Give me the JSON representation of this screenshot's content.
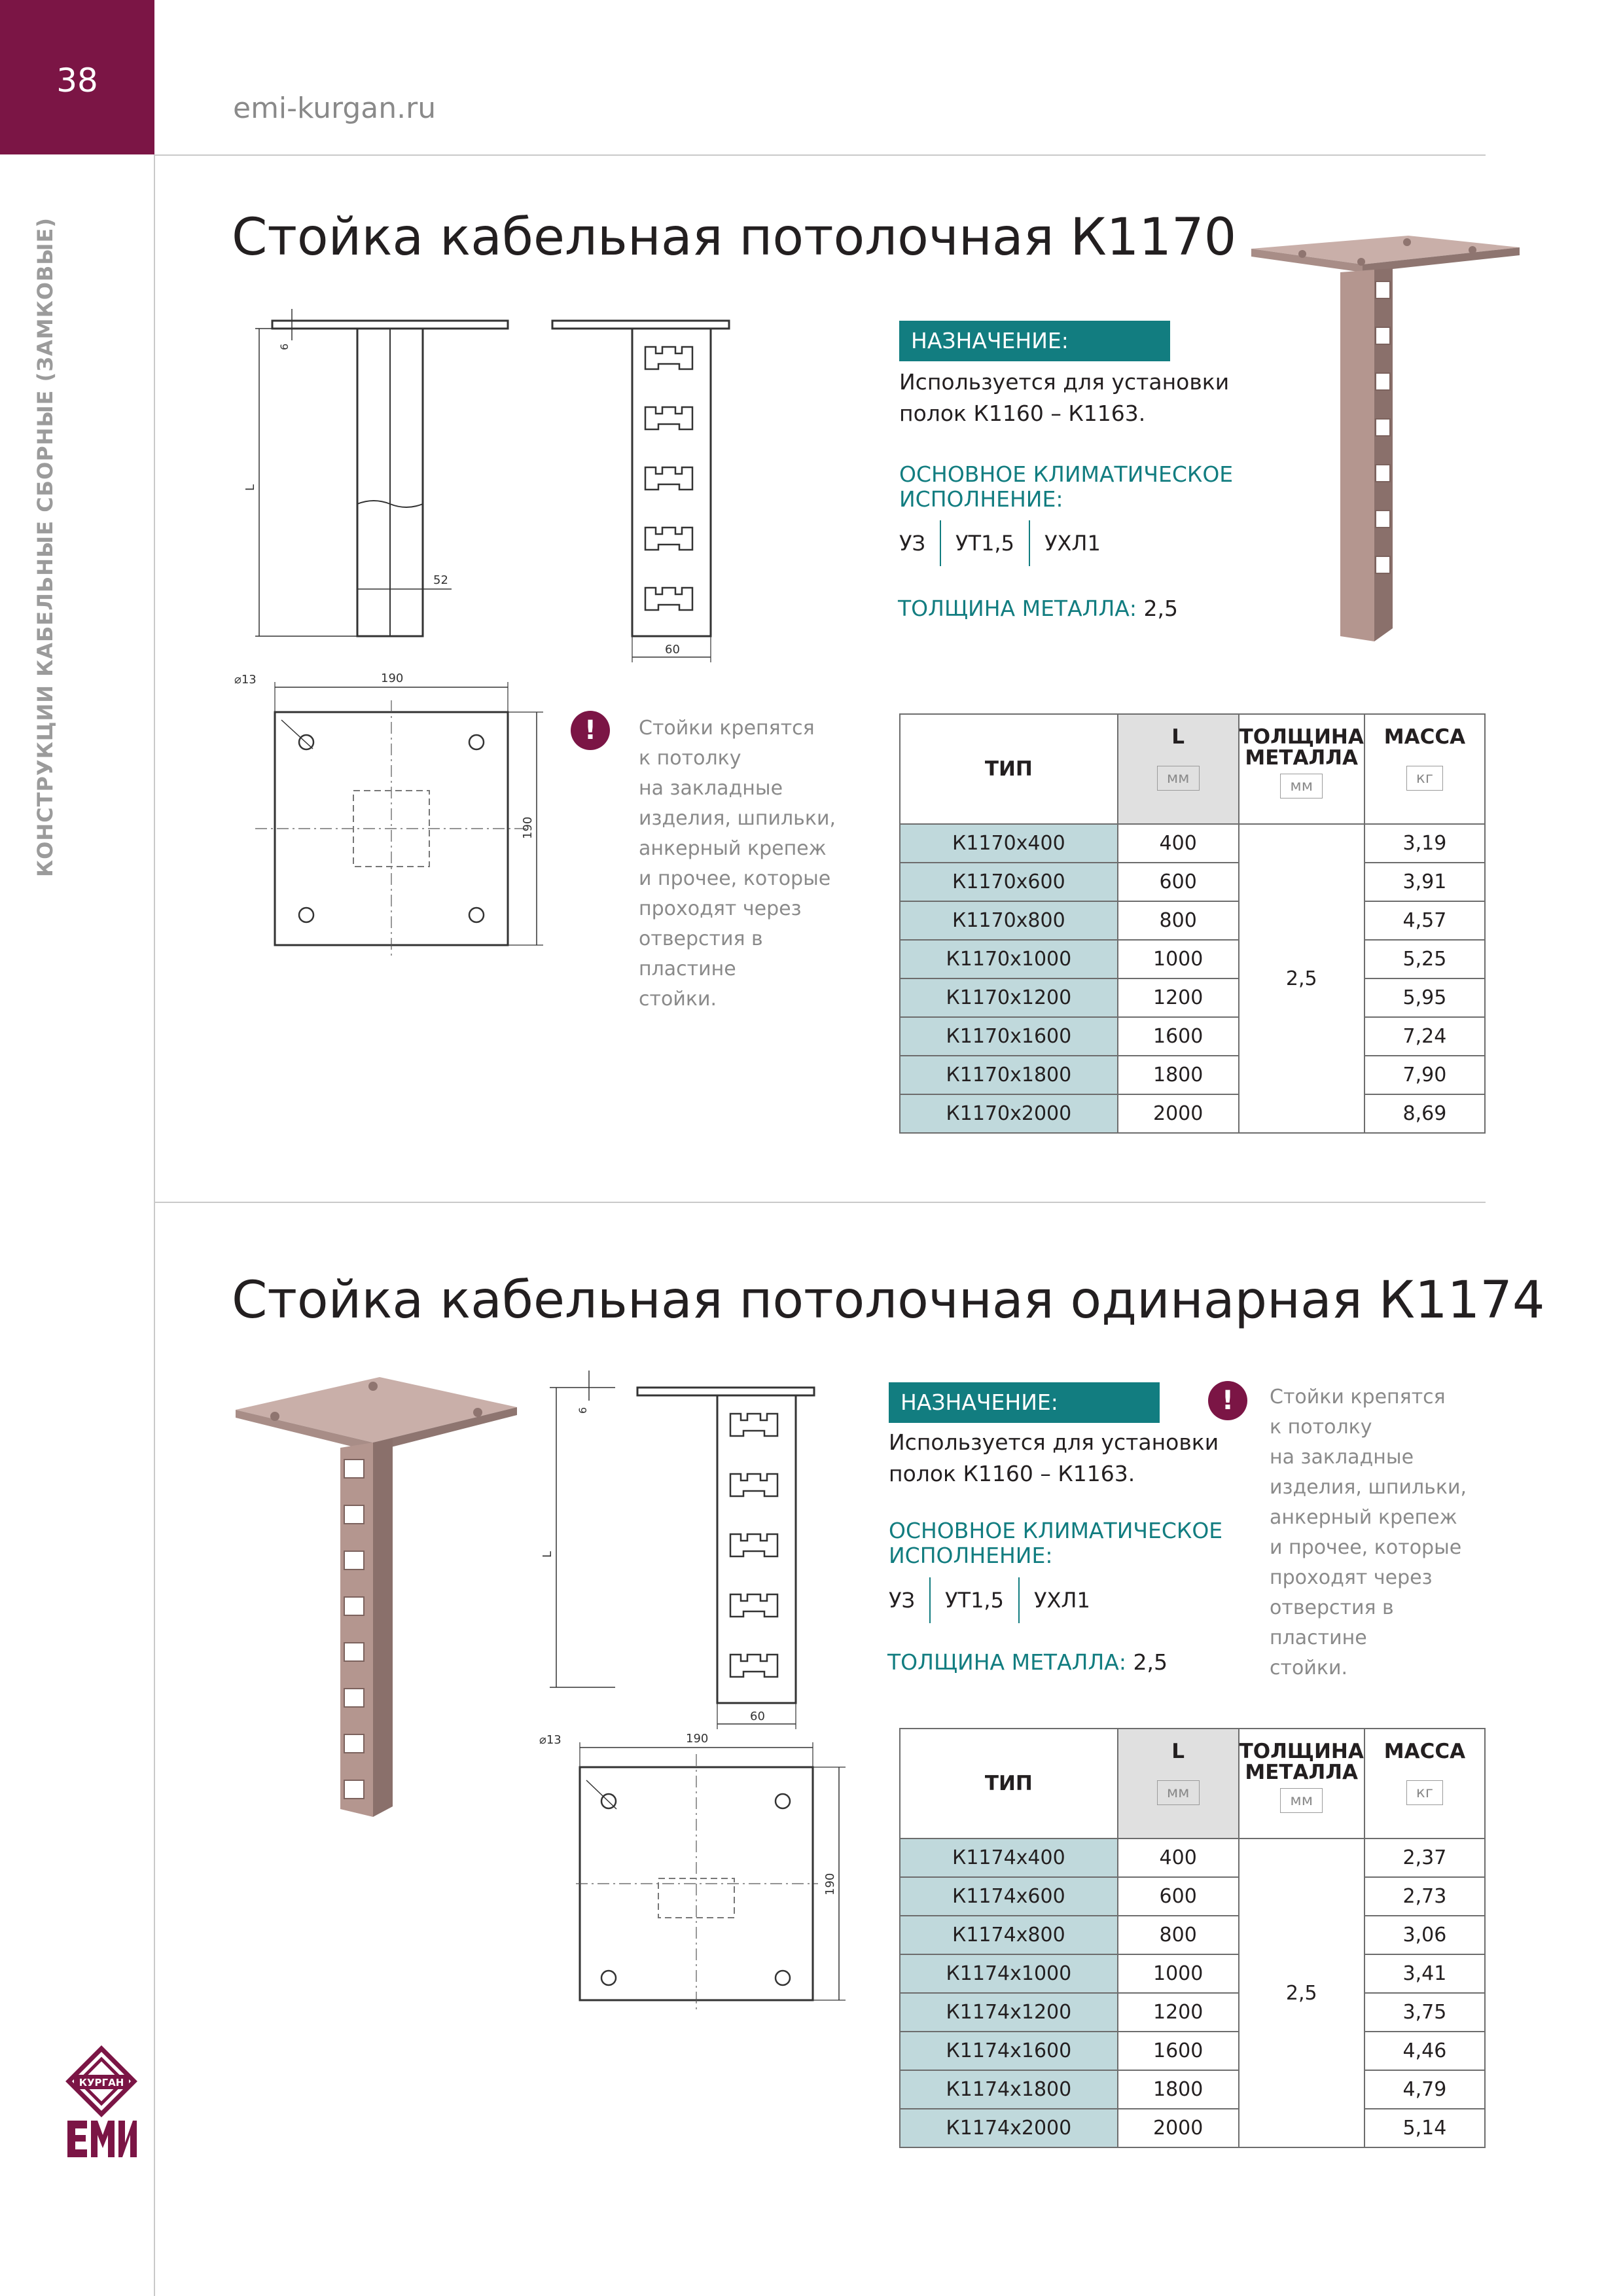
{
  "page_number": "38",
  "site": "emi-kurgan.ru",
  "side_label": "КОНСТРУКЦИИ КАБЕЛЬНЫЕ СБОРНЫЕ (ЗАМКОВЫЕ)",
  "logo_text": "КУРГАН",
  "colors": {
    "brand": "#7b1545",
    "teal": "#127d80",
    "table_type_bg": "#c0d9dc"
  },
  "section1": {
    "title": "Стойка кабельная потолочная К1170",
    "purpose_label": "НАЗНАЧЕНИЕ:",
    "purpose_text_1": "Используется для установки",
    "purpose_text_2": "полок К1160 – К1163.",
    "climate_label_1": "ОСНОВНОЕ КЛИМАТИЧЕСКОЕ",
    "climate_label_2": "ИСПОЛНЕНИЕ:",
    "climate": [
      "УЗ",
      "УТ1,5",
      "УХЛ1"
    ],
    "thickness_label": "ТОЛЩИНА МЕТАЛЛА:",
    "thickness_value": "2,5",
    "note": [
      "Стойки крепятся",
      "к потолку",
      "на закладные",
      "изделия, шпильки,",
      "анкерный крепеж",
      "и прочее, которые",
      "проходят через",
      "отверстия в пластине",
      "стойки."
    ],
    "dims": {
      "t": "6",
      "l": "L",
      "w52": "52",
      "w60": "60",
      "p190a": "190",
      "p190b": "190",
      "hole": "⌀13"
    },
    "table": {
      "headers": {
        "type": "ТИП",
        "l": "L",
        "thick_1": "ТОЛЩИНА",
        "thick_2": "МЕТАЛЛА",
        "mass": "МАССА"
      },
      "units": {
        "l": "мм",
        "thick": "мм",
        "mass": "кг"
      },
      "thickness": "2,5",
      "rows": [
        {
          "type": "К1170х400",
          "l": "400",
          "mass": "3,19"
        },
        {
          "type": "К1170х600",
          "l": "600",
          "mass": "3,91"
        },
        {
          "type": "К1170х800",
          "l": "800",
          "mass": "4,57"
        },
        {
          "type": "К1170х1000",
          "l": "1000",
          "mass": "5,25"
        },
        {
          "type": "К1170х1200",
          "l": "1200",
          "mass": "5,95"
        },
        {
          "type": "К1170х1600",
          "l": "1600",
          "mass": "7,24"
        },
        {
          "type": "К1170х1800",
          "l": "1800",
          "mass": "7,90"
        },
        {
          "type": "К1170х2000",
          "l": "2000",
          "mass": "8,69"
        }
      ]
    }
  },
  "section2": {
    "title": "Стойка кабельная потолочная одинарная К1174",
    "purpose_label": "НАЗНАЧЕНИЕ:",
    "purpose_text_1": "Используется для установки",
    "purpose_text_2": "полок К1160 – К1163.",
    "climate_label_1": "ОСНОВНОЕ КЛИМАТИЧЕСКОЕ",
    "climate_label_2": "ИСПОЛНЕНИЕ:",
    "climate": [
      "УЗ",
      "УТ1,5",
      "УХЛ1"
    ],
    "thickness_label": "ТОЛЩИНА МЕТАЛЛА:",
    "thickness_value": "2,5",
    "note": [
      "Стойки крепятся",
      "к потолку",
      "на закладные",
      "изделия, шпильки,",
      "анкерный крепеж",
      "и прочее, которые",
      "проходят через",
      "отверстия в пластине",
      "стойки."
    ],
    "dims": {
      "t": "6",
      "l": "L",
      "w60": "60",
      "p190a": "190",
      "p190b": "190",
      "hole": "⌀13"
    },
    "table": {
      "headers": {
        "type": "ТИП",
        "l": "L",
        "thick_1": "ТОЛЩИНА",
        "thick_2": "МЕТАЛЛА",
        "mass": "МАССА"
      },
      "units": {
        "l": "мм",
        "thick": "мм",
        "mass": "кг"
      },
      "thickness": "2,5",
      "rows": [
        {
          "type": "К1174х400",
          "l": "400",
          "mass": "2,37"
        },
        {
          "type": "К1174х600",
          "l": "600",
          "mass": "2,73"
        },
        {
          "type": "К1174х800",
          "l": "800",
          "mass": "3,06"
        },
        {
          "type": "К1174х1000",
          "l": "1000",
          "mass": "3,41"
        },
        {
          "type": "К1174х1200",
          "l": "1200",
          "mass": "3,75"
        },
        {
          "type": "К1174х1600",
          "l": "1600",
          "mass": "4,46"
        },
        {
          "type": "К1174х1800",
          "l": "1800",
          "mass": "4,79"
        },
        {
          "type": "К1174х2000",
          "l": "2000",
          "mass": "5,14"
        }
      ]
    }
  }
}
